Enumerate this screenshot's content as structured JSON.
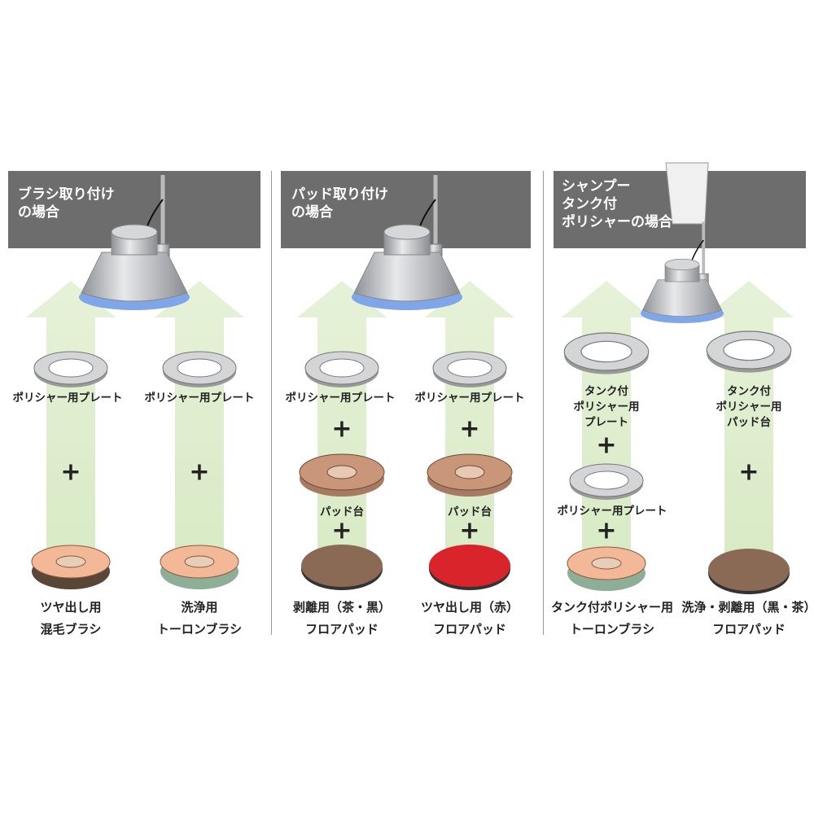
{
  "panels": [
    {
      "title": "ブラシ取り付け\nの場合",
      "columns": [
        {
          "plate_label": "ポリシャー用プレート",
          "plus": "+",
          "item_label": [
            "ツヤ出し用",
            "混毛ブラシ"
          ]
        },
        {
          "plate_label": "ポリシャー用プレート",
          "plus": "+",
          "item_label": [
            "洗浄用",
            "トーロンブラシ"
          ]
        }
      ]
    },
    {
      "title": "パッド取り付け\nの場合",
      "columns": [
        {
          "plate_label": "ポリシャー用プレート",
          "plus": "+",
          "base_label": "パッド台",
          "plus2": "+",
          "item_label": [
            "剥離用（茶・黒）",
            "フロアパッド"
          ]
        },
        {
          "plate_label": "ポリシャー用プレート",
          "plus": "+",
          "base_label": "パッド台",
          "plus2": "+",
          "item_label": [
            "ツヤ出し用（赤）",
            "フロアパッド"
          ]
        }
      ]
    },
    {
      "title": "シャンプー\nタンク付\nポリシャーの場合",
      "columns": [
        {
          "plate_label": [
            "タンク付",
            "ポリシャー用",
            "プレート"
          ],
          "plus": "+",
          "plate2_label": "ポリシャー用プレート",
          "plus2": "+",
          "item_label": [
            "タンク付ポリシャー用",
            "トーロンブラシ"
          ]
        },
        {
          "plate_label": [
            "タンク付",
            "ポリシャー用",
            "パッド台"
          ],
          "plus": "+",
          "item_label": [
            "洗浄・剥離用（黒・茶）",
            "フロアパッド"
          ]
        }
      ]
    }
  ],
  "colors": {
    "header": "#6d6d6d",
    "arrow": "#e2efd3",
    "pad_brown": "#8a6a55",
    "pad_red": "#d8242a",
    "base": "#c9967a"
  }
}
